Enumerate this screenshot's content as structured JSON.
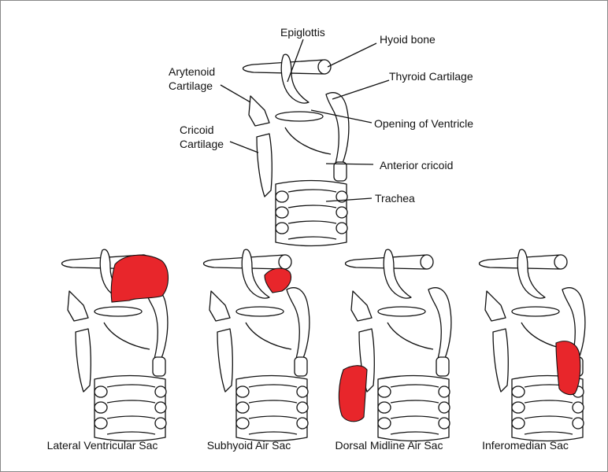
{
  "labels": {
    "epiglottis": "Epiglottis",
    "hyoid": "Hyoid bone",
    "arytenoid_1": "Arytenoid",
    "arytenoid_2": "Cartilage",
    "thyroid": "Thyroid Cartilage",
    "cricoid_1": "Cricoid",
    "cricoid_2": "Cartilage",
    "ventricle": "Opening of Ventricle",
    "anterior_cricoid": "Anterior cricoid",
    "trachea": "Trachea"
  },
  "captions": [
    "Lateral Ventricular Sac",
    "Subhyoid Air Sac",
    "Dorsal Midline Air Sac",
    "Inferomedian Sac"
  ],
  "colors": {
    "sac": "#e8262b",
    "outline": "#111111",
    "frame": "#888888"
  }
}
